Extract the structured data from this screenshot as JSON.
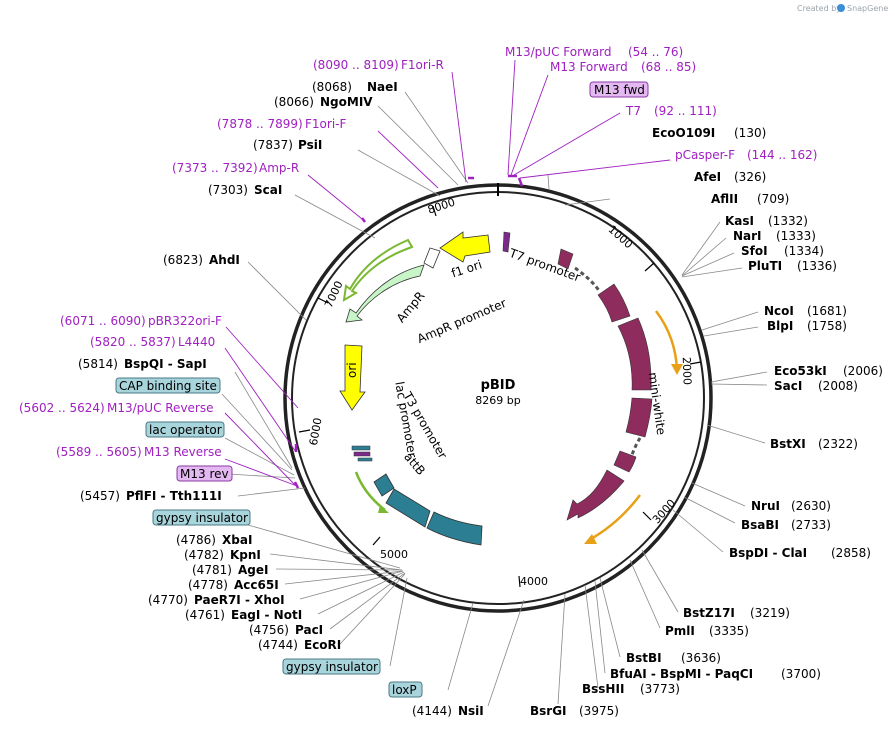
{
  "credit": "Created by",
  "credit_brand": "SnapGene",
  "plasmid": {
    "name": "pBID",
    "size_label": "8269 bp"
  },
  "ticks": [
    "1000",
    "2000",
    "3000",
    "4000",
    "5000",
    "6000",
    "7000",
    "8000"
  ],
  "feature_labels": {
    "f1ori": "f1 ori",
    "t7promoter": "T7 promoter",
    "ampr": "AmpR",
    "ampr_promoter": "AmpR promoter",
    "ori": "ori",
    "lac_promoter": "lac promoter",
    "t3_promoter": "T3 promoter",
    "attb": "attB",
    "mini_white": "mini-white"
  },
  "sites_right": [
    {
      "name": "AfeI",
      "pos": "(326)"
    },
    {
      "name": "AflII",
      "pos": "(709)"
    },
    {
      "name": "KasI",
      "pos": "(1332)"
    },
    {
      "name": "NarI",
      "pos": "(1333)"
    },
    {
      "name": "SfoI",
      "pos": "(1334)"
    },
    {
      "name": "PluTI",
      "pos": "(1336)"
    },
    {
      "name": "NcoI",
      "pos": "(1681)"
    },
    {
      "name": "BlpI",
      "pos": "(1758)"
    },
    {
      "name": "Eco53kI",
      "pos": "(2006)"
    },
    {
      "name": "SacI",
      "pos": "(2008)"
    },
    {
      "name": "BstXI",
      "pos": "(2322)"
    },
    {
      "name": "NruI",
      "pos": "(2630)"
    },
    {
      "name": "BsaBI",
      "pos": "(2733)"
    },
    {
      "name": "BspDI - ClaI",
      "pos": "(2858)"
    },
    {
      "name": "BstZ17I",
      "pos": "(3219)"
    },
    {
      "name": "PmlI",
      "pos": "(3335)"
    },
    {
      "name": "BstBI",
      "pos": "(3636)"
    },
    {
      "name": "BfuAI - BspMI - PaqCI",
      "pos": "(3700)"
    },
    {
      "name": "BssHII",
      "pos": "(3773)"
    },
    {
      "name": "BsrGI",
      "pos": "(3975)"
    },
    {
      "name": "NsiI",
      "pos": "(4144)"
    },
    {
      "name": "EcoO109I",
      "pos": "(130)"
    }
  ],
  "primers_top": [
    {
      "name": "M13/pUC Forward",
      "pos": "(54 .. 76)"
    },
    {
      "name": "M13 Forward",
      "pos": "(68 .. 85)"
    },
    {
      "name": "T7",
      "pos": "(92 .. 111)"
    },
    {
      "name": "pCasper-F",
      "pos": "(144 .. 162)"
    },
    {
      "name": "F1ori-R",
      "pos": "(8090 .. 8109)"
    },
    {
      "name": "F1ori-F",
      "pos": "(7878 .. 7899)"
    },
    {
      "name": "Amp-R",
      "pos": "(7373 .. 7392)"
    }
  ],
  "primers_left": [
    {
      "name": "pBR322ori-F",
      "pos": "(6071 .. 6090)"
    },
    {
      "name": "L4440",
      "pos": "(5820 .. 5837)"
    },
    {
      "name": "M13/pUC Reverse",
      "pos": "(5602 .. 5624)"
    },
    {
      "name": "M13 Reverse",
      "pos": "(5589 .. 5605)"
    }
  ],
  "sites_left": [
    {
      "name": "NaeI",
      "pos": "(8068)"
    },
    {
      "name": "NgoMIV",
      "pos": "(8066)"
    },
    {
      "name": "PsiI",
      "pos": "(7837)"
    },
    {
      "name": "ScaI",
      "pos": "(7303)"
    },
    {
      "name": "AhdI",
      "pos": "(6823)"
    },
    {
      "name": "BspQI - SapI",
      "pos": "(5814)"
    },
    {
      "name": "PflFI - Tth111I",
      "pos": "(5457)"
    },
    {
      "name": "XbaI",
      "pos": "(4786)"
    },
    {
      "name": "KpnI",
      "pos": "(4782)"
    },
    {
      "name": "AgeI",
      "pos": "(4781)"
    },
    {
      "name": "Acc65I",
      "pos": "(4778)"
    },
    {
      "name": "PaeR7I - XhoI",
      "pos": "(4770)"
    },
    {
      "name": "EagI - NotI",
      "pos": "(4761)"
    },
    {
      "name": "PacI",
      "pos": "(4756)"
    },
    {
      "name": "EcoRI",
      "pos": "(4744)"
    }
  ],
  "boxes": {
    "m13fwd": "M13 fwd",
    "cap": "CAP binding site",
    "lac_operator": "lac operator",
    "m13rev": "M13 rev",
    "gypsy1": "gypsy insulator",
    "gypsy2": "gypsy insulator",
    "loxp": "loxP"
  },
  "colors": {
    "backbone": "#222222",
    "primer": "#a020c0",
    "mini_white": "#8e2c5e",
    "attb": "#2c7e92",
    "ampr": "#c8f5c8",
    "ori": "#ffff00",
    "promoter_arrow": "#e8a018"
  }
}
